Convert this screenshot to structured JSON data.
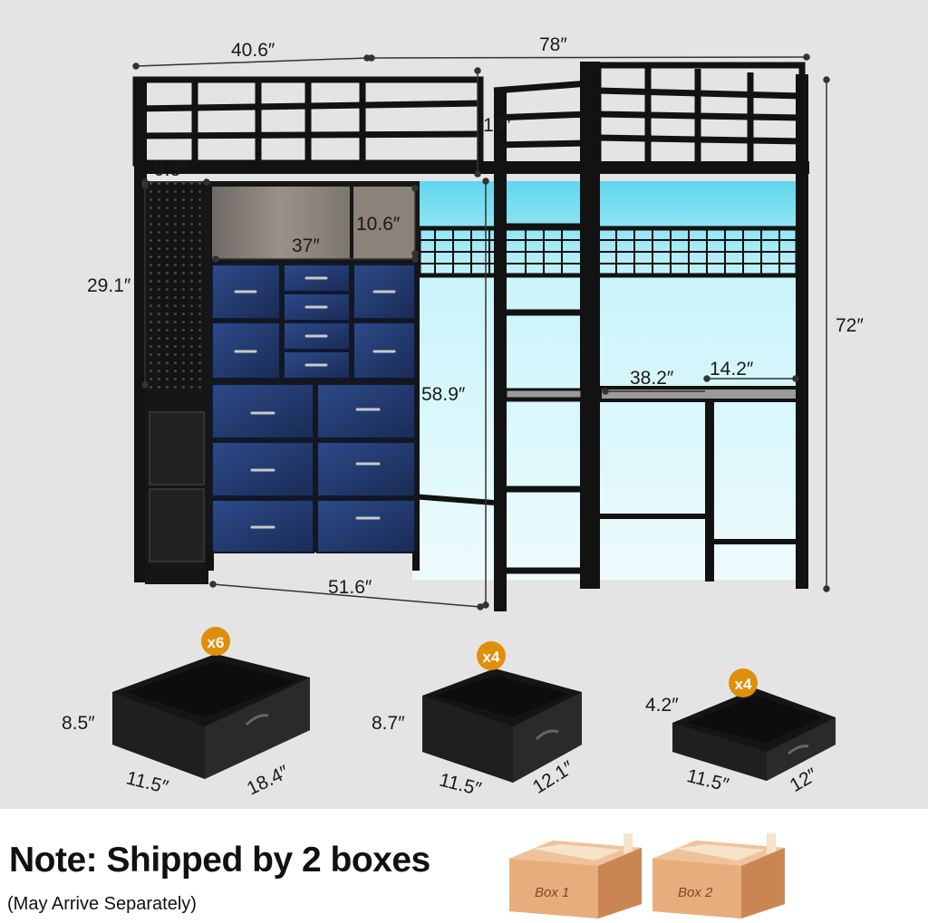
{
  "dimensions": {
    "width_left": "40.6″",
    "length": "78″",
    "guardrail_height": "13″",
    "pegboard_width": "9.3″",
    "shelf_height": "10.6″",
    "shelf_width": "37″",
    "pegboard_height": "29.1″",
    "bed_height": "72″",
    "dresser_height": "58.9″",
    "desk_width": "38.2″",
    "desk_depth": "14.2″",
    "dresser_width": "51.6″"
  },
  "drawers": [
    {
      "count": "x6",
      "height": "8.5″",
      "depth": "11.5″",
      "width": "18.4″"
    },
    {
      "count": "x4",
      "height": "8.7″",
      "depth": "11.5″",
      "width": "12.1″"
    },
    {
      "count": "x4",
      "height": "4.2″",
      "depth": "11.5″",
      "width": "12″"
    }
  ],
  "note": {
    "title": "Note: Shipped by 2 boxes",
    "subtitle": "(May Arrive Separately)"
  },
  "boxes": [
    {
      "label": "Box 1"
    },
    {
      "label": "Box 2"
    }
  ],
  "colors": {
    "frame": "#121212",
    "dresser_blue": "#243a6e",
    "led_cyan": "#8fe6f2",
    "badge": "#e08f0c",
    "box_cardboard": "#e7a978",
    "background": "#e4e4e4"
  }
}
